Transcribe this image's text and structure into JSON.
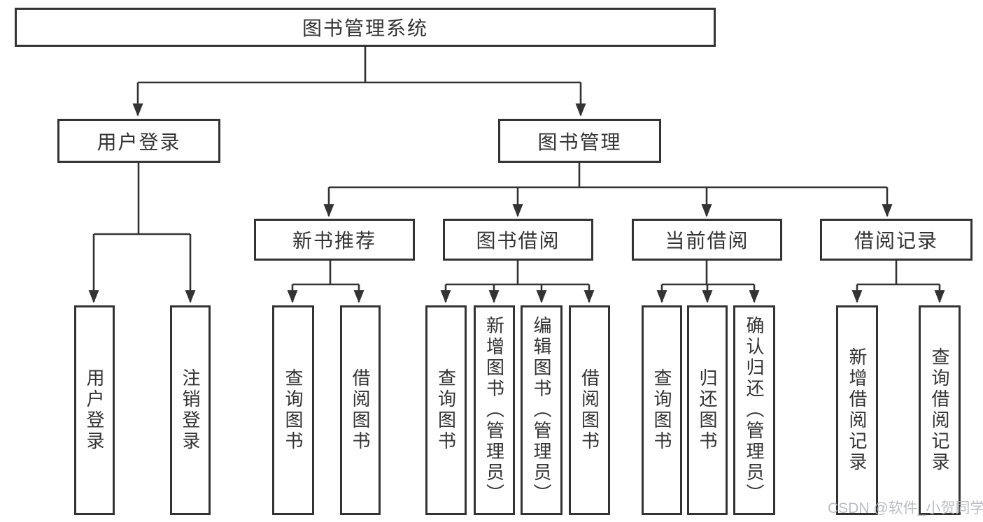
{
  "diagram": {
    "root": {
      "label": "图书管理系统"
    },
    "branches": [
      {
        "label": "用户登录",
        "children": [
          {
            "label": "用户登录"
          },
          {
            "label": "注销登录"
          }
        ]
      },
      {
        "label": "图书管理",
        "sections": [
          {
            "label": "新书推荐",
            "children": [
              {
                "label": "查询图书"
              },
              {
                "label": "借阅图书"
              }
            ]
          },
          {
            "label": "图书借阅",
            "children": [
              {
                "label": "查询图书"
              },
              {
                "label": "新增图书（管理员）"
              },
              {
                "label": "编辑图书（管理员）"
              },
              {
                "label": "借阅图书"
              }
            ]
          },
          {
            "label": "当前借阅",
            "children": [
              {
                "label": "查询图书"
              },
              {
                "label": "归还图书"
              },
              {
                "label": "确认归还（管理员）"
              }
            ]
          },
          {
            "label": "借阅记录",
            "children": [
              {
                "label": "新增借阅记录"
              },
              {
                "label": "查询借阅记录"
              }
            ]
          }
        ]
      }
    ]
  },
  "watermark": {
    "text": "CSDN @软件_小贺同学"
  },
  "colors": {
    "background": "#ffffff",
    "box_fill": "#ffffff",
    "box_border": "#333333",
    "line": "#333333",
    "text": "#333333",
    "watermark": "#b3b8bc"
  }
}
